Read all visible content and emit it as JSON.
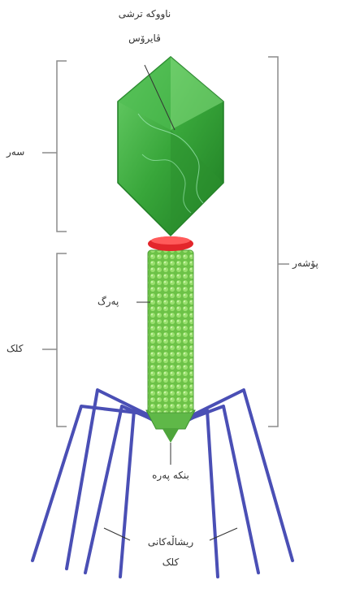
{
  "labels": {
    "nucleic_acid_line1": "ناووکە ترشی",
    "nucleic_acid_line2": "ڤایرۆس",
    "head": "سەر",
    "tail": "کلک",
    "sheath": "پەرگ",
    "capsid": "پۆشەر",
    "base_plate": "بنکە پەرە",
    "tail_fibers_line1": "ریشاڵەکانی",
    "tail_fibers_line2": "کلک"
  },
  "colors": {
    "head_green": "#3fae3f",
    "head_dark": "#1f7d24",
    "collar_red": "#e3262b",
    "tail_green": "#7ccf55",
    "fiber_blue": "#4a4fb5",
    "bracket_gray": "#8c8c8c"
  }
}
